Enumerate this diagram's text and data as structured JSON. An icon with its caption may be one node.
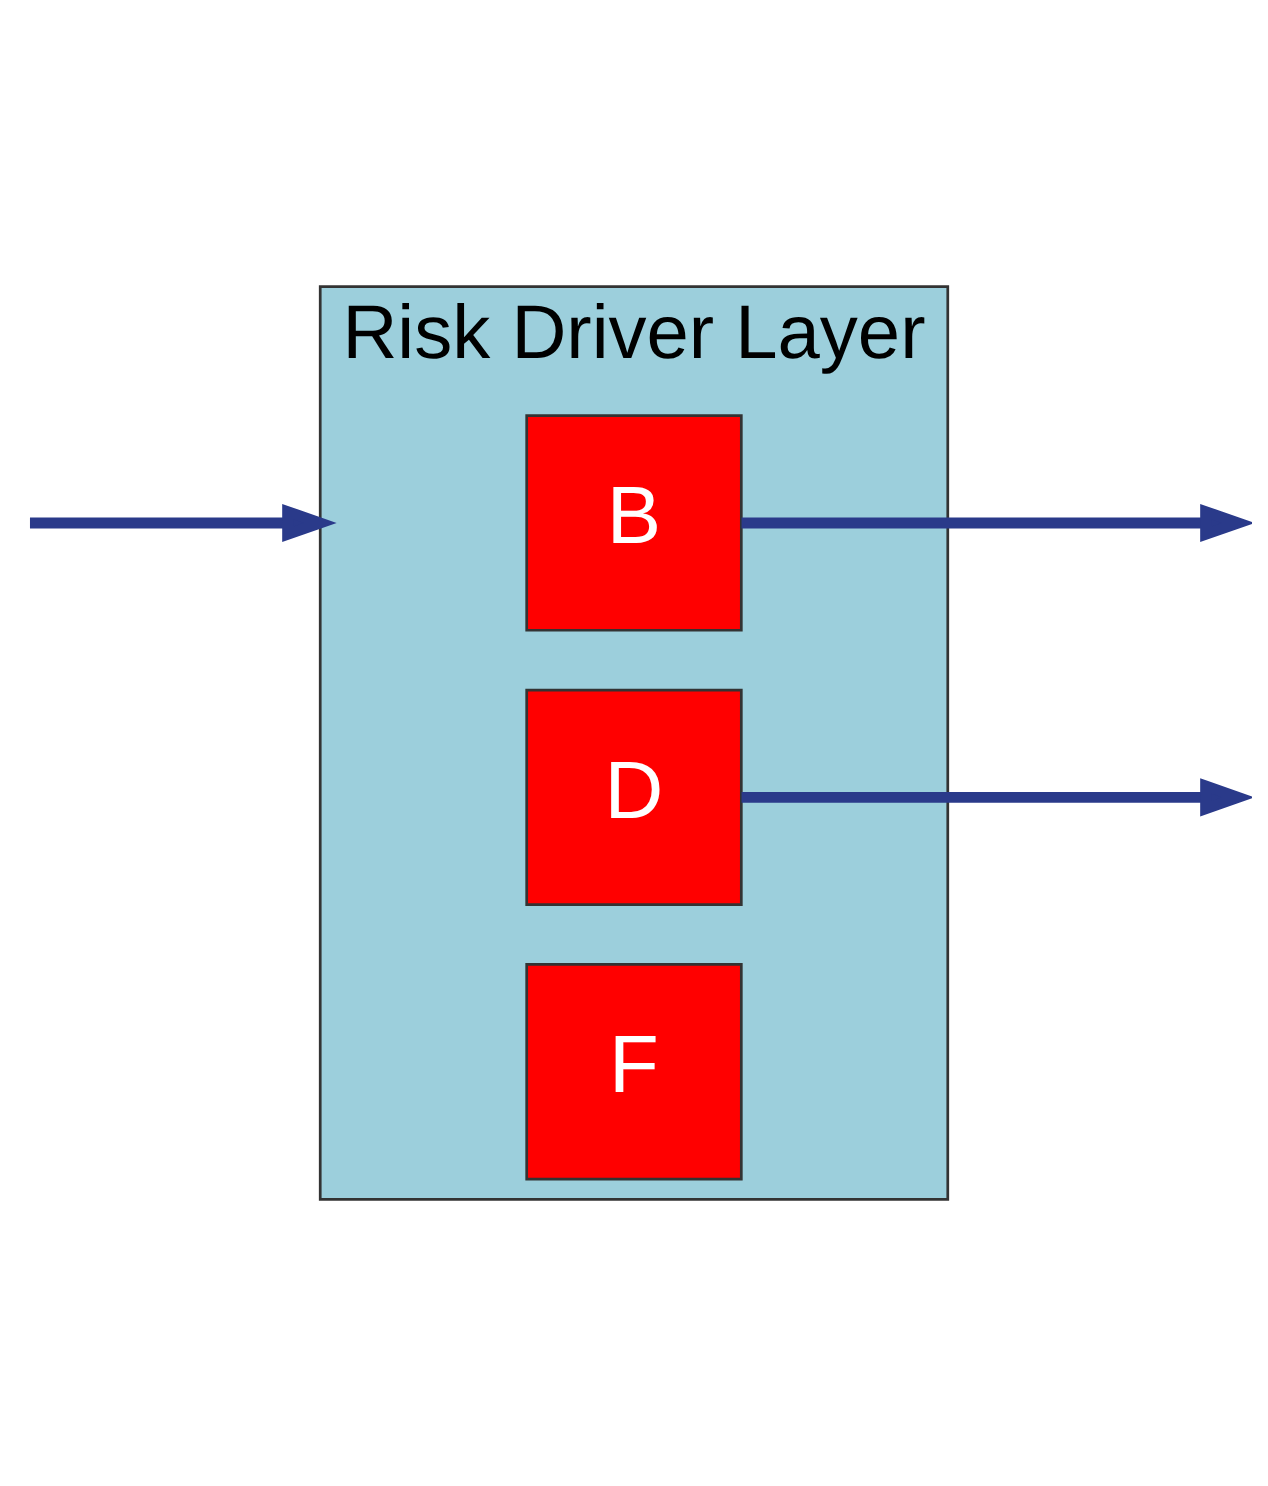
{
  "diagram": {
    "nodes": [
      {
        "text": [
          "Risk Driver Layer"
        ]
      },
      {
        "text": [
          "B"
        ],
        "in": 0
      },
      {
        "text": [
          "D"
        ],
        "in": 0
      },
      {
        "text": [
          "F"
        ],
        "in": 0
      }
    ],
    "edges": [
      {
        "from": null,
        "to": 0,
        "arrow": "to"
      },
      {
        "from": 1,
        "to": null,
        "arrow": "to"
      },
      {
        "from": 2,
        "to": null,
        "arrow": "to"
      }
    ]
  }
}
